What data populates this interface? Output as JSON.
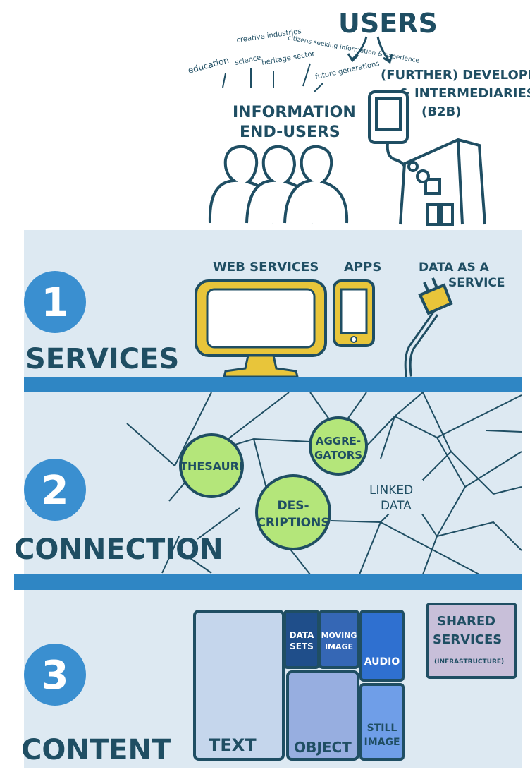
{
  "top": {
    "users_label": "USERS",
    "domains": [
      "education",
      "science",
      "creative industries",
      "heritage sector",
      "citizens seeking information & experience",
      "future generations"
    ],
    "end_users_line1": "INFORMATION",
    "end_users_line2": "END-USERS",
    "developers_line1": "(FURTHER) DEVELOPERS",
    "developers_line2": "& INTERMEDIARIES",
    "developers_line3": "(B2B)"
  },
  "layers": [
    {
      "number": "1",
      "title": "SERVICES"
    },
    {
      "number": "2",
      "title": "CONNECTION"
    },
    {
      "number": "3",
      "title": "CONTENT"
    }
  ],
  "services": {
    "web_services": "WEB SERVICES",
    "apps": "APPS",
    "data_service_line1": "DATA AS A",
    "data_service_line2": "SERVICE"
  },
  "connection": {
    "thesauri": "THESAURI",
    "aggregators_line1": "AGGRE-",
    "aggregators_line2": "GATORS",
    "descriptions_line1": "DES-",
    "descriptions_line2": "CRIPTIONS",
    "linked_line1": "LINKED",
    "linked_line2": "DATA"
  },
  "content": {
    "text": "TEXT",
    "data_sets_line1": "DATA",
    "data_sets_line2": "SETS",
    "moving_line1": "MOVING",
    "moving_line2": "IMAGE",
    "audio": "AUDIO",
    "object": "OBJECT",
    "still_line1": "STILL",
    "still_line2": "IMAGE",
    "shared_line1": "SHARED",
    "shared_line2": "SERVICES",
    "shared_line3": "(INFRASTRUCTURE)"
  },
  "colors": {
    "ink": "#1f4e63",
    "band_bg": "#dde9f2",
    "bar_blue": "#2f86c4",
    "circle_blue": "#3a8fd0",
    "yellow": "#e8c53a",
    "green": "#b4e67a",
    "shared_purple": "#c8bfd9"
  }
}
